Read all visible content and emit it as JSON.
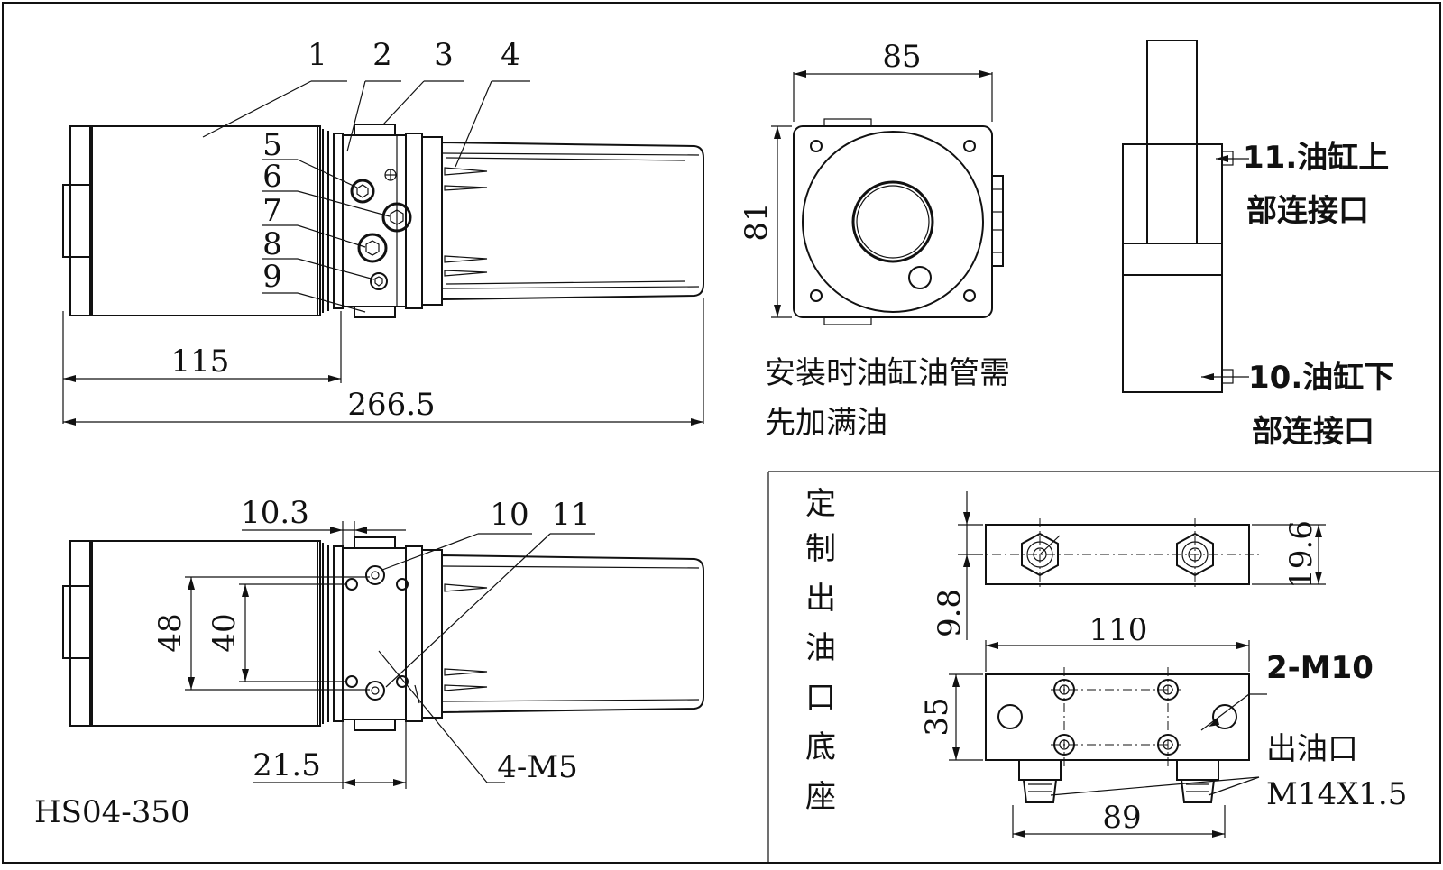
{
  "model": "HS04-350",
  "part_numbers": [
    "1",
    "2",
    "3",
    "4",
    "5",
    "6",
    "7",
    "8",
    "9"
  ],
  "lower_part_numbers": [
    "10",
    "11"
  ],
  "dimensions": {
    "total_length": "266.5",
    "motor_length": "115",
    "end_width": "85",
    "end_height": "81",
    "gap_10_3": "10.3",
    "hole_spacing_48": "48",
    "hole_spacing_40": "40",
    "block_21_5": "21.5",
    "thread_4m5": "4-M5",
    "base_height_19_6": "19.6",
    "base_9_8": "9.8",
    "base_length_110": "110",
    "base_width_35": "35",
    "base_89": "89",
    "thread_2m10": "2-M10",
    "thread_m14": "M14X1.5"
  },
  "notes": {
    "install_line1": "安装时油缸油管需",
    "install_line2": "先加满油",
    "port11_line1": "11.油缸上",
    "port11_line2": "部连接口",
    "port10_line1": "10.油缸下",
    "port10_line2": "部连接口",
    "outlet": "出油口",
    "base_title": [
      "定",
      "制",
      "出",
      "油",
      "口",
      "底",
      "座"
    ]
  }
}
